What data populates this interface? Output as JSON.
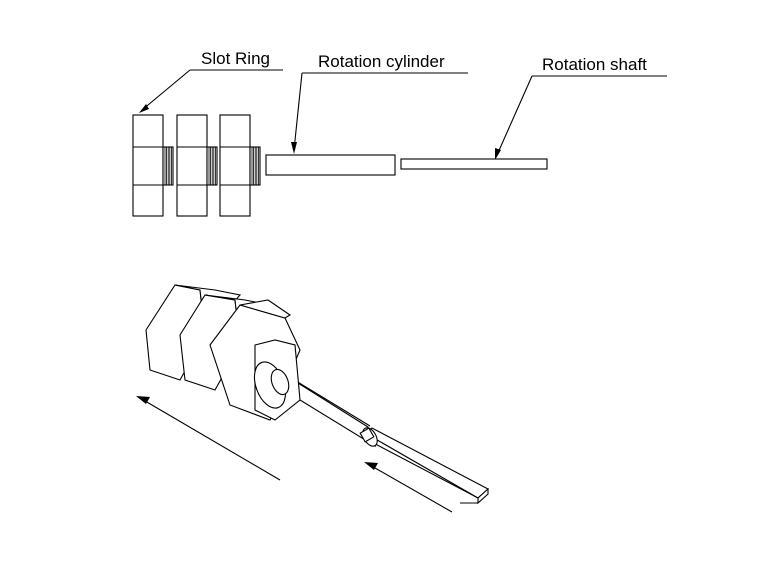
{
  "labels": {
    "slot_ring": "Slot Ring",
    "rotation_cylinder": "Rotation cylinder",
    "rotation_shaft": "Rotation shaft"
  },
  "colors": {
    "stroke": "#000000",
    "background": "#ffffff"
  },
  "slot_ring_count": 3
}
